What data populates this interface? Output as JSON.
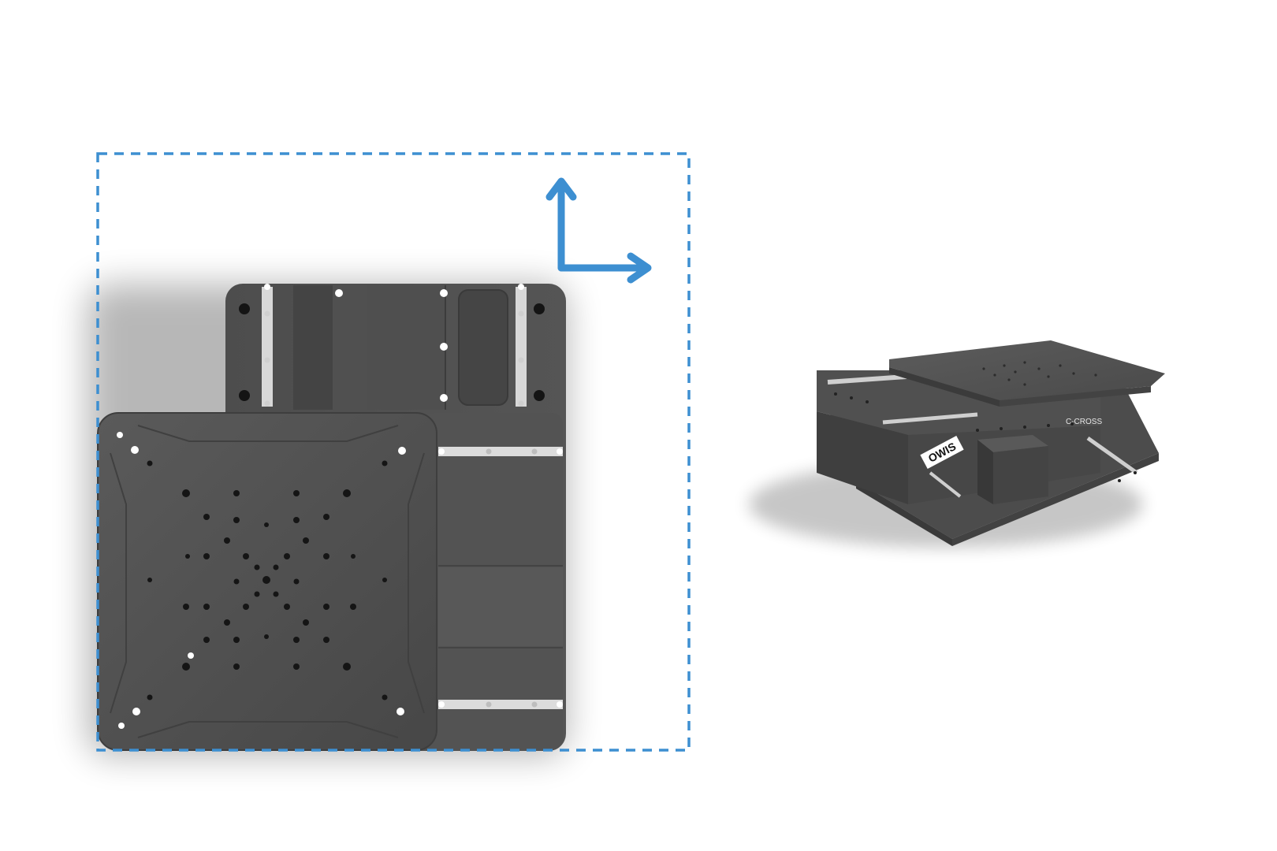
{
  "colors": {
    "background": "#ffffff",
    "accent_blue": "#3d8fd1",
    "stage_dark": "#4a4a4a",
    "stage_mid": "#555555",
    "stage_light": "#606060",
    "rail_silver": "#d9d9d9",
    "hole": "#161616"
  },
  "icons": {
    "axes": "xy-axes-arrows-icon",
    "travel_area": "dashed-travel-range-outline"
  },
  "product": {
    "brand_logo": "OWIS",
    "model_label": "C-CROSS"
  }
}
